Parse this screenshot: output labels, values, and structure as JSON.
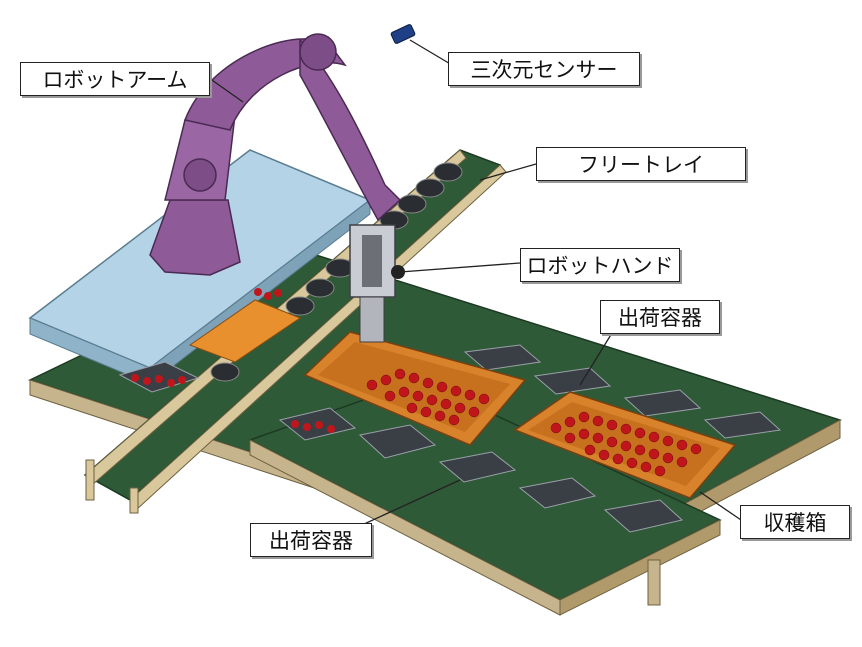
{
  "labels": {
    "robot_arm": "ロボットアーム",
    "sensor_3d": "三次元センサー",
    "free_tray": "フリートレイ",
    "robot_hand": "ロボットハンド",
    "shipping_container_top": "出荷容器",
    "harvest_box": "収穫箱",
    "shipping_container_bottom": "出荷容器"
  },
  "colors": {
    "robot": "#8e5a98",
    "robot_dark": "#5e3466",
    "platform": "#b5d3e6",
    "conveyor_belt": "#2f5a38",
    "conveyor_frame": "#c6b48c",
    "crate": "#d9822c",
    "tomato": "#c0161b",
    "tray": "#3a3f46"
  }
}
